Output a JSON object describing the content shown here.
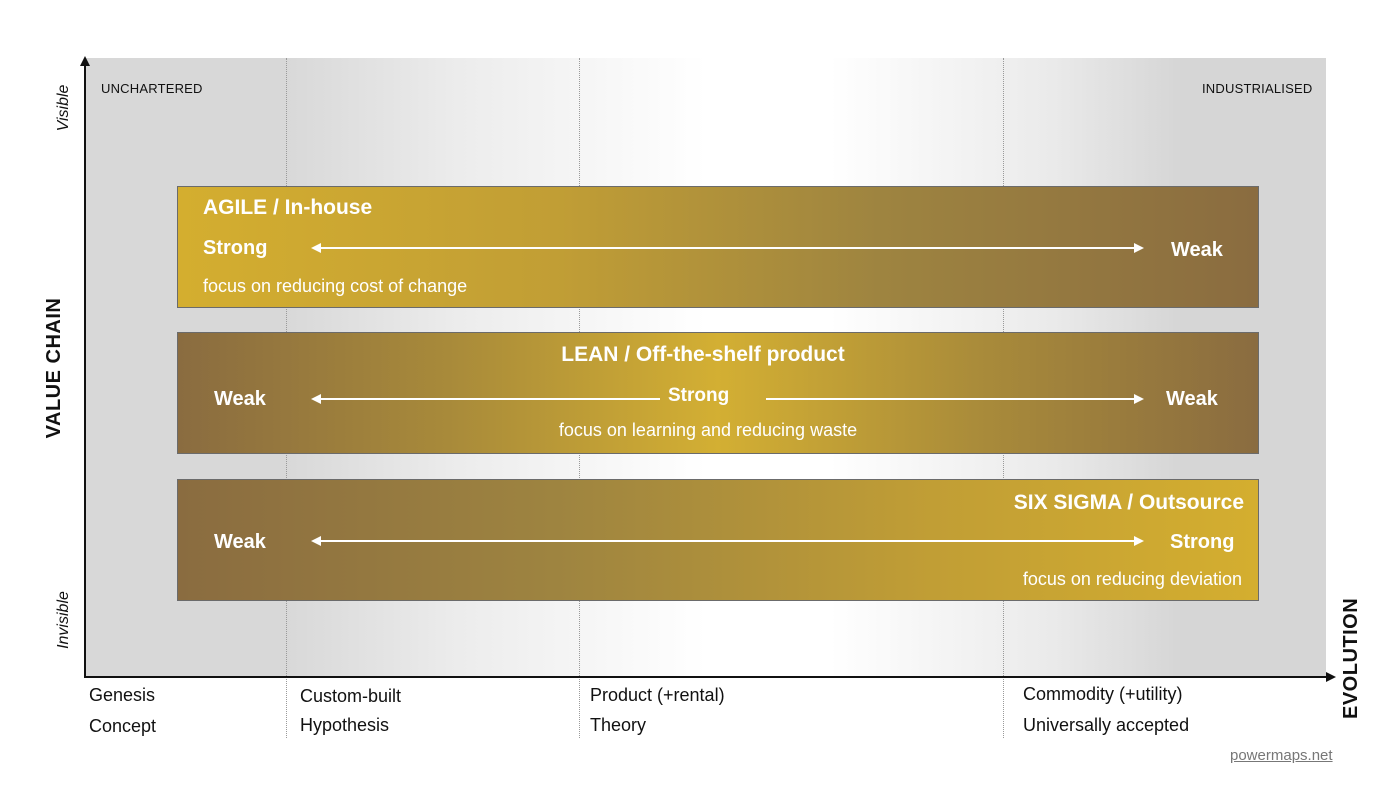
{
  "corners": {
    "top_left": "UNCHARTERED",
    "top_right": "INDUSTRIALISED"
  },
  "y_axis": {
    "title": "VALUE CHAIN",
    "top": "Visible",
    "bottom": "Invisible"
  },
  "x_axis": {
    "title": "EVOLUTION",
    "stages": [
      {
        "name": "Genesis",
        "sub": "Concept"
      },
      {
        "name": "Custom-built",
        "sub": "Hypothesis"
      },
      {
        "name": "Product (+rental)",
        "sub": "Theory"
      },
      {
        "name": "Commodity (+utility)",
        "sub": "Universally accepted"
      }
    ]
  },
  "bands": {
    "agile": {
      "title": "AGILE / In-house",
      "left": "Strong",
      "right": "Weak",
      "focus": "focus on reducing cost of change"
    },
    "lean": {
      "title": "LEAN / Off-the-shelf product",
      "left": "Weak",
      "middle": "Strong",
      "right": "Weak",
      "focus": "focus on learning and reducing waste"
    },
    "six_sigma": {
      "title": "SIX SIGMA / Outsource",
      "left": "Weak",
      "right": "Strong",
      "focus": "focus on reducing deviation"
    }
  },
  "credit": "powermaps.net",
  "colors": {
    "gold": "#d4ae2f",
    "bronze": "#8a6c40",
    "background_gray": "#d8d8d8"
  }
}
